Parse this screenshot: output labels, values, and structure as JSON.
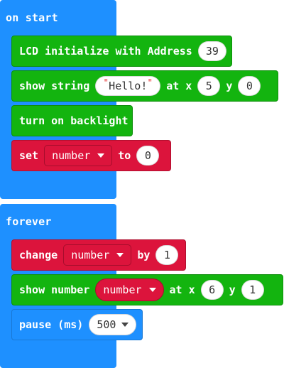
{
  "on_start": {
    "label": "on start",
    "blocks": {
      "lcd_init": {
        "label": "LCD initialize with Address",
        "address": "39"
      },
      "show_string": {
        "label": "show string",
        "text": "Hello!",
        "at_x_label": "at x",
        "x": "5",
        "y_label": "y",
        "y": "0"
      },
      "backlight": {
        "label": "turn on backlight"
      },
      "set_var": {
        "label": "set",
        "variable": "number",
        "to_label": "to",
        "value": "0"
      }
    }
  },
  "forever": {
    "label": "forever",
    "blocks": {
      "change_var": {
        "label": "change",
        "variable": "number",
        "by_label": "by",
        "value": "1"
      },
      "show_number": {
        "label": "show number",
        "variable": "number",
        "at_x_label": "at x",
        "x": "6",
        "y_label": "y",
        "y": "1"
      },
      "pause": {
        "label": "pause (ms)",
        "value": "500"
      }
    }
  },
  "colors": {
    "events": "#1e90ff",
    "lcd": "#13b40f",
    "variables": "#dc143c",
    "basic": "#1e90ff"
  }
}
